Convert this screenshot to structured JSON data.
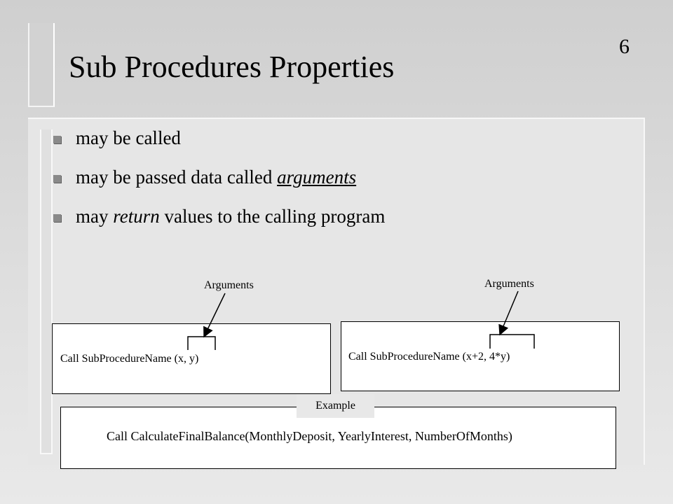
{
  "slide": {
    "page_number": "6",
    "title": "Sub Procedures Properties"
  },
  "bullets": {
    "item1": "may be called",
    "item2_prefix": "may be passed data called ",
    "item2_term": "arguments",
    "item3_prefix": "may ",
    "item3_term": "return",
    "item3_suffix": " values to the calling program"
  },
  "diagram": {
    "left": {
      "arguments_label": "Arguments",
      "call": "Call SubProcedureName (x, y)"
    },
    "right": {
      "arguments_label": "Arguments",
      "call": "Call SubProcedureName (x+2,  4*y)"
    },
    "example": {
      "tab_label": "Example",
      "call": "Call CalculateFinalBalance(MonthlyDeposit, YearlyInterest, NumberOfMonths)"
    }
  }
}
